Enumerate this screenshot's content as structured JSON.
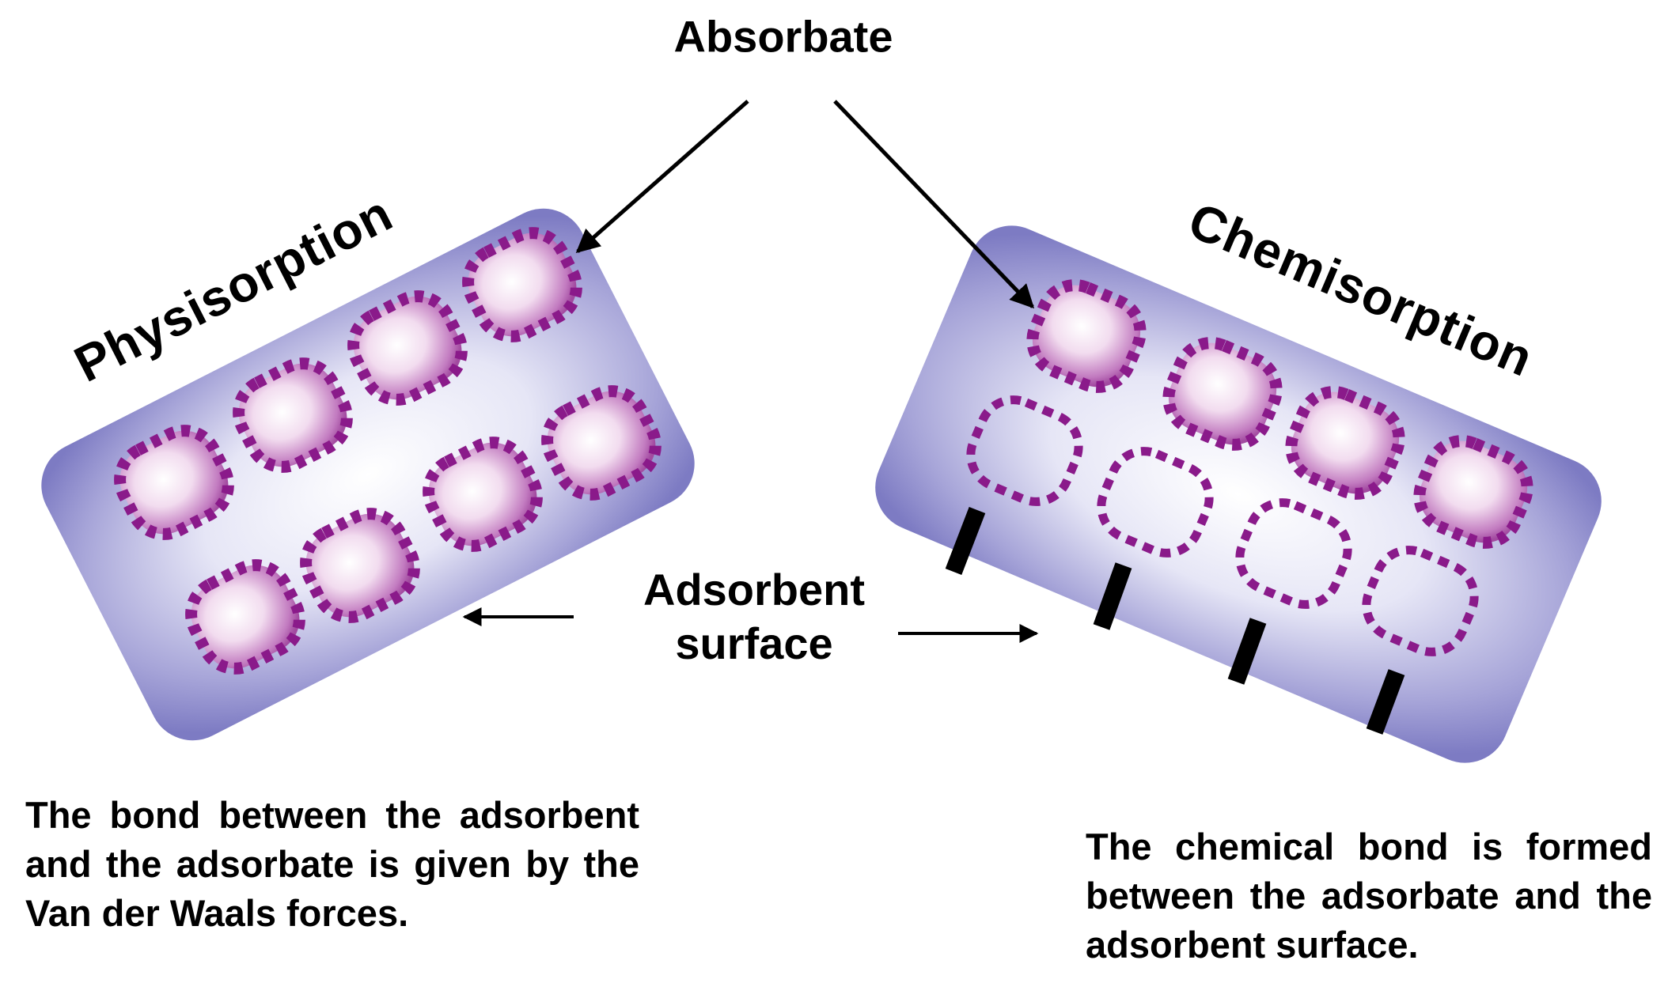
{
  "labels": {
    "absorbate": "Absorbate",
    "physisorption": "Physisorption",
    "chemisorption": "Chemisorption",
    "adsorbent_line1": "Adsorbent",
    "adsorbent_line2": "surface"
  },
  "descriptions": {
    "physisorption": "The bond between the adsorbent and the adsorbate is given by the Van der Waals forces.",
    "chemisorption": "The chemical bond is formed between the adsorbate and the adsorbent surface."
  },
  "colors": {
    "surface": "#7a78bf",
    "surface_highlight": "#ffffff",
    "molecule_outline": "#8a1a8a",
    "molecule_fill": "#b55cb5",
    "bond": "#000000",
    "arrow": "#000000"
  }
}
